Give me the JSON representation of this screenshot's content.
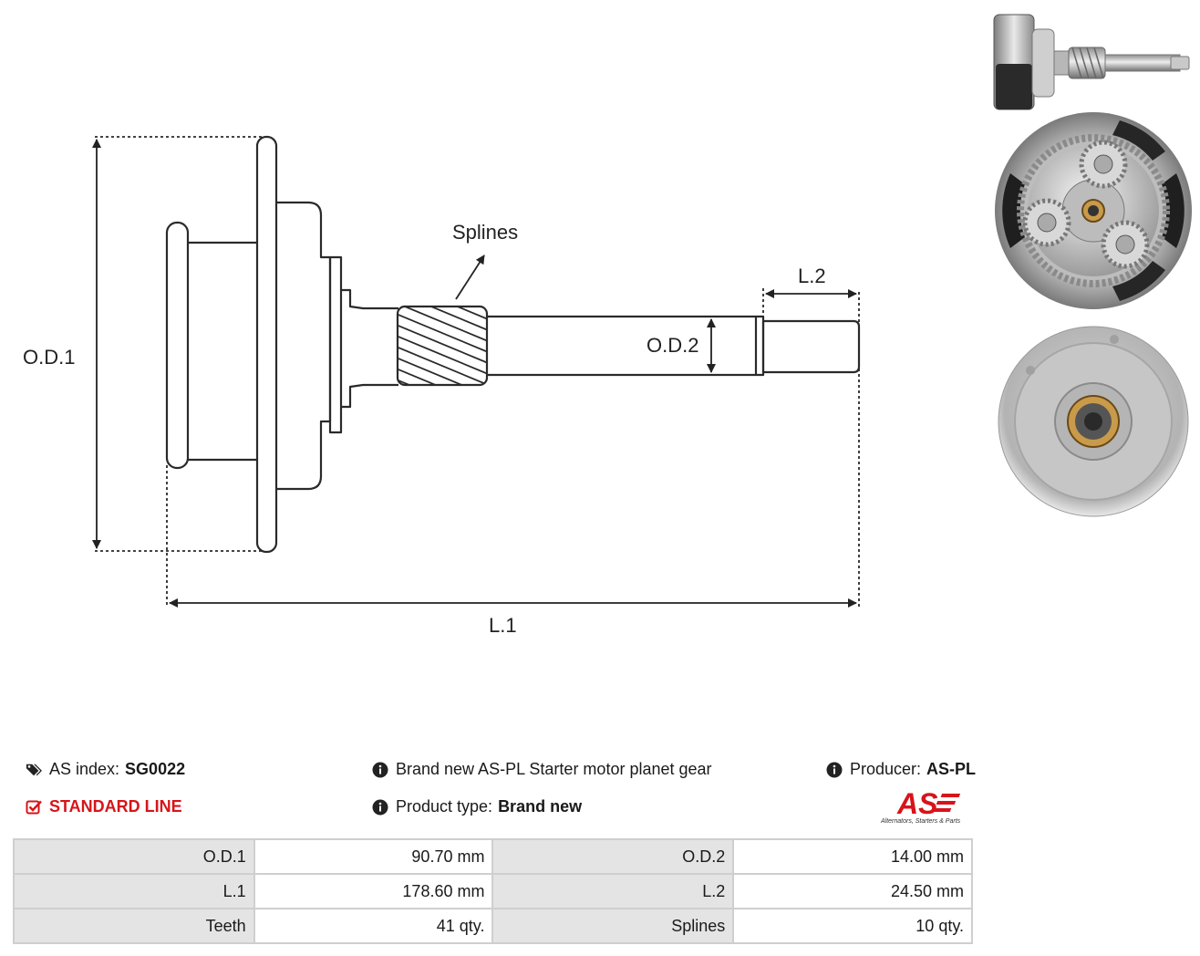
{
  "diagram": {
    "labels": {
      "od1": "O.D.1",
      "od2": "O.D.2",
      "l1": "L.1",
      "l2": "L.2",
      "splines": "Splines"
    }
  },
  "photos": [
    {
      "name": "side-view"
    },
    {
      "name": "planet-gear-view"
    },
    {
      "name": "back-view"
    }
  ],
  "info": {
    "as_index_label": "AS index:",
    "as_index_value": "SG0022",
    "line": "STANDARD LINE",
    "description": "Brand new AS-PL Starter motor planet gear",
    "product_type_label": "Product type:",
    "product_type_value": "Brand new",
    "producer_label": "Producer:",
    "producer_value": "AS-PL"
  },
  "logo": {
    "text": "AS",
    "tagline": "Alternators, Starters & Parts",
    "color": "#d7141a"
  },
  "specs": [
    {
      "k1": "O.D.1",
      "v1": "90.70 mm",
      "k2": "O.D.2",
      "v2": "14.00 mm"
    },
    {
      "k1": "L.1",
      "v1": "178.60 mm",
      "k2": "L.2",
      "v2": "24.50 mm"
    },
    {
      "k1": "Teeth",
      "v1": "41 qty.",
      "k2": "Splines",
      "v2": "10 qty."
    }
  ]
}
